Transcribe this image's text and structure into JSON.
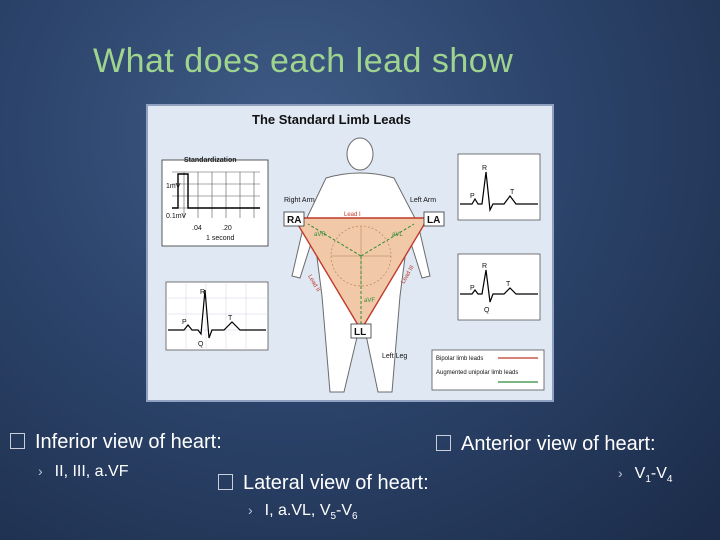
{
  "slide": {
    "title": "What does each lead show"
  },
  "figure": {
    "heading": "The Standard Limb Leads",
    "standardization": "Standardization",
    "one_mv": "1mV",
    "point_one_mv": "0.1mV",
    "t04": ".04",
    "t20": ".20",
    "one_second": "1 second",
    "right_arm": "Right Arm",
    "left_arm": "Left Arm",
    "left_leg": "Left Leg",
    "ra": "RA",
    "la": "LA",
    "ll": "LL",
    "lead1": "Lead I",
    "lead2": "Lead II",
    "lead3": "Lead III",
    "avr": "aVR",
    "avl": "aVL",
    "avf": "aVF",
    "wave_p": "P",
    "wave_q": "Q",
    "wave_r": "R",
    "wave_t": "T",
    "legend_bipolar": "Bipolar limb leads",
    "legend_augmented": "Augmented unipolar limb leads",
    "colors": {
      "bipolar": "#c0392b",
      "augmented": "#2e8b3a",
      "triangle": "#f2c9a8"
    }
  },
  "bullets": {
    "inferior": {
      "label": "Inferior view of heart:",
      "leads": "II, III, a.VF"
    },
    "lateral": {
      "label": "Lateral view of heart:",
      "leads_a": "I, a.VL, V",
      "s1": "5",
      "dash": "-V",
      "s2": "6"
    },
    "anterior": {
      "label": "Anterior view of heart:",
      "leads_a": "V",
      "s1": "1",
      "dash": "-V",
      "s2": "4"
    }
  }
}
